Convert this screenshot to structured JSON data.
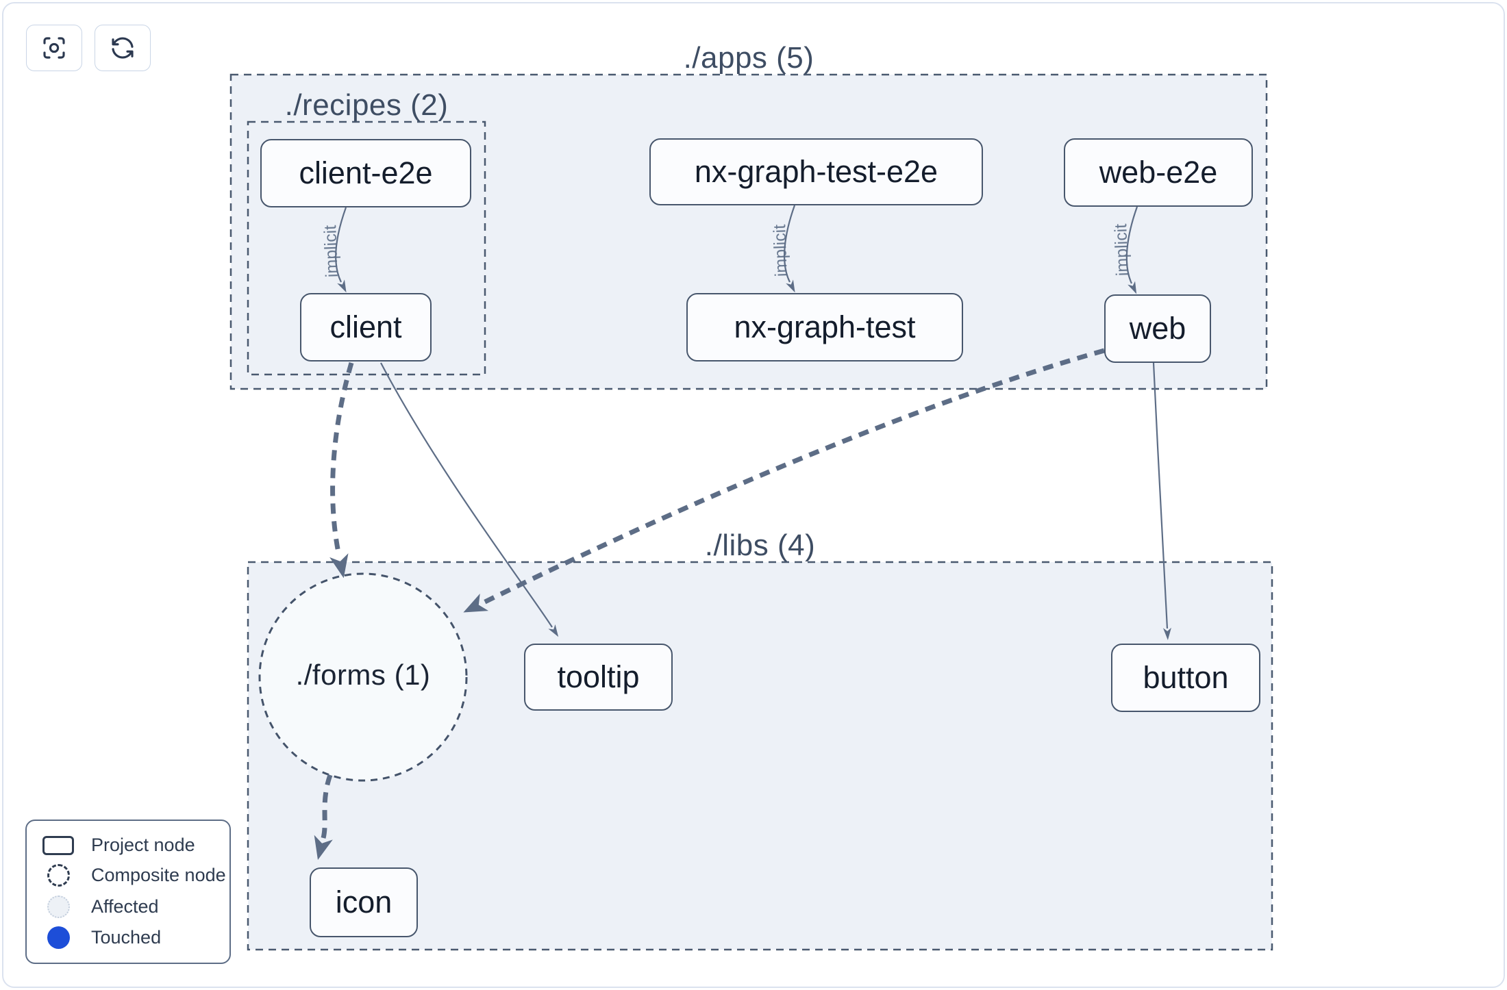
{
  "toolbar": {
    "buttons": [
      {
        "name": "center-graph",
        "icon": "scan-focus-icon"
      },
      {
        "name": "refresh-graph",
        "icon": "refresh-icon"
      }
    ]
  },
  "graph": {
    "groups": {
      "apps": {
        "label": "./apps (5)"
      },
      "recipes": {
        "label": "./recipes (2)"
      },
      "libs": {
        "label": "./libs (4)"
      }
    },
    "composite_nodes": {
      "forms": {
        "label": "./forms (1)"
      }
    },
    "nodes": {
      "client_e2e": {
        "label": "client-e2e"
      },
      "nx_graph_test_e2e": {
        "label": "nx-graph-test-e2e"
      },
      "web_e2e": {
        "label": "web-e2e"
      },
      "client": {
        "label": "client"
      },
      "nx_graph_test": {
        "label": "nx-graph-test"
      },
      "web": {
        "label": "web"
      },
      "tooltip": {
        "label": "tooltip"
      },
      "button": {
        "label": "button"
      },
      "icon": {
        "label": "icon"
      }
    },
    "edges": [
      {
        "from": "client-e2e",
        "to": "client",
        "type": "implicit",
        "label": "implicit"
      },
      {
        "from": "nx-graph-test-e2e",
        "to": "nx-graph-test",
        "type": "implicit",
        "label": "implicit"
      },
      {
        "from": "web-e2e",
        "to": "web",
        "type": "implicit",
        "label": "implicit"
      },
      {
        "from": "client",
        "to": "./forms (1)",
        "type": "thick-dashed"
      },
      {
        "from": "client",
        "to": "tooltip",
        "type": "thin"
      },
      {
        "from": "web",
        "to": "./forms (1)",
        "type": "thick-dashed"
      },
      {
        "from": "web",
        "to": "button",
        "type": "thin"
      },
      {
        "from": "./forms (1)",
        "to": "icon",
        "type": "thick-dashed"
      }
    ]
  },
  "legend": {
    "items": [
      {
        "label": "Project node",
        "swatch": "project-node-swatch"
      },
      {
        "label": "Composite node",
        "swatch": "composite-node-swatch"
      },
      {
        "label": "Affected",
        "swatch": "affected-swatch"
      },
      {
        "label": "Touched",
        "swatch": "touched-swatch"
      }
    ]
  },
  "colors": {
    "touched": "#1d4ed8",
    "affected_fill": "#edf1f6",
    "group_fill": "#edf1f7",
    "edge": "#5d6d86",
    "node_border": "#47566c"
  }
}
